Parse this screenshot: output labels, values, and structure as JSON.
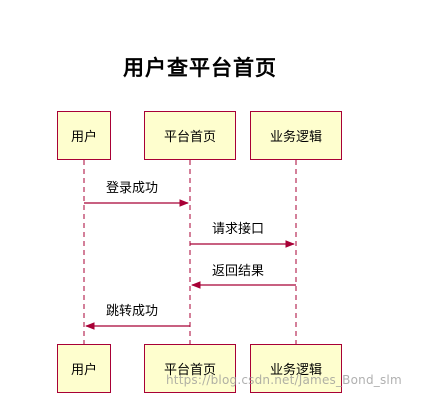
{
  "title": "用户查平台首页",
  "participants": [
    "用户",
    "平台首页",
    "业务逻辑"
  ],
  "messages": [
    {
      "from": "用户",
      "to": "平台首页",
      "label": "登录成功"
    },
    {
      "from": "平台首页",
      "to": "业务逻辑",
      "label": "请求接口"
    },
    {
      "from": "业务逻辑",
      "to": "平台首页",
      "label": "返回结果"
    },
    {
      "from": "平台首页",
      "to": "用户",
      "label": "跳转成功"
    }
  ],
  "watermark": "https://blog.csdn.net/James_Bond_slm",
  "colors": {
    "border": "#a80036",
    "box_fill": "#fefece",
    "lifeline": "#a80036"
  }
}
